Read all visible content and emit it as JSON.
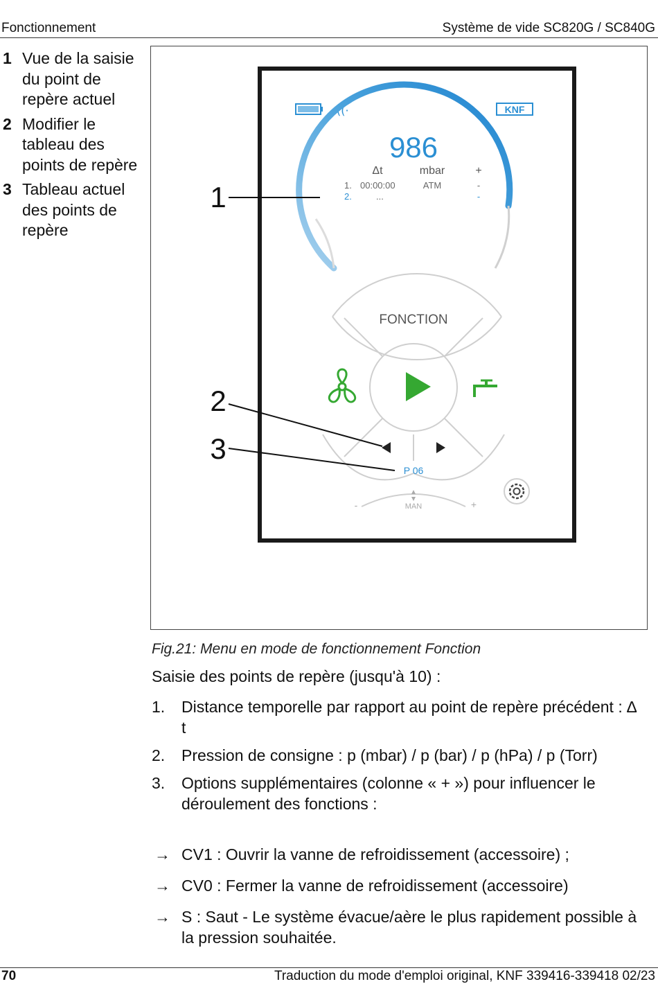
{
  "header": {
    "section": "Fonctionnement",
    "product": "Système de vide SC820G / SC840G"
  },
  "legend": [
    {
      "num": "1",
      "text": "Vue de la saisie du point de repère actuel"
    },
    {
      "num": "2",
      "text": "Modifier le tableau des points de repère"
    },
    {
      "num": "3",
      "text": "Tableau actuel des points de repère"
    }
  ],
  "device": {
    "pressure_value": "986",
    "col_dt": "Δt",
    "col_unit": "mbar",
    "col_plus": "+",
    "row1": {
      "num": "1.",
      "time": "00:00:00",
      "value": "ATM",
      "plus": "-"
    },
    "row2": {
      "num": "2.",
      "time": "...",
      "plus": "-"
    },
    "logo": "KNF",
    "function_label": "FONCTION",
    "program_label": "P 06",
    "man_label": "MAN",
    "minus": "-",
    "plus": "+",
    "accent_color": "#2b8fd3",
    "play_color": "#35a832"
  },
  "callouts": [
    "1",
    "2",
    "3"
  ],
  "caption": "Fig.21: Menu en mode de fonctionnement Fonction",
  "intro": "Saisie des points de repère (jusqu'à 10) :",
  "steps": [
    {
      "num": "1.",
      "text": "Distance temporelle par rapport au point de repère précédent : ∆ t"
    },
    {
      "num": "2.",
      "text": "Pression de consigne : p (mbar) / p (bar) / p (hPa) / p (Torr)"
    },
    {
      "num": "3.",
      "text": "Options supplémentaires (colonne « + ») pour influencer le déroulement des fonctions :"
    }
  ],
  "options": [
    {
      "arrow": "→",
      "text": "CV1 : Ouvrir la vanne de refroidissement (accessoire) ;"
    },
    {
      "arrow": "→",
      "text": "CV0 : Fermer la vanne de refroidissement (accessoire)"
    },
    {
      "arrow": "→",
      "text": "S : Saut - Le système évacue/aère le plus rapidement possible à la pression souhaitée."
    }
  ],
  "footer": {
    "page": "70",
    "text": "Traduction du mode d'emploi original, KNF 339416-339418 02/23"
  }
}
